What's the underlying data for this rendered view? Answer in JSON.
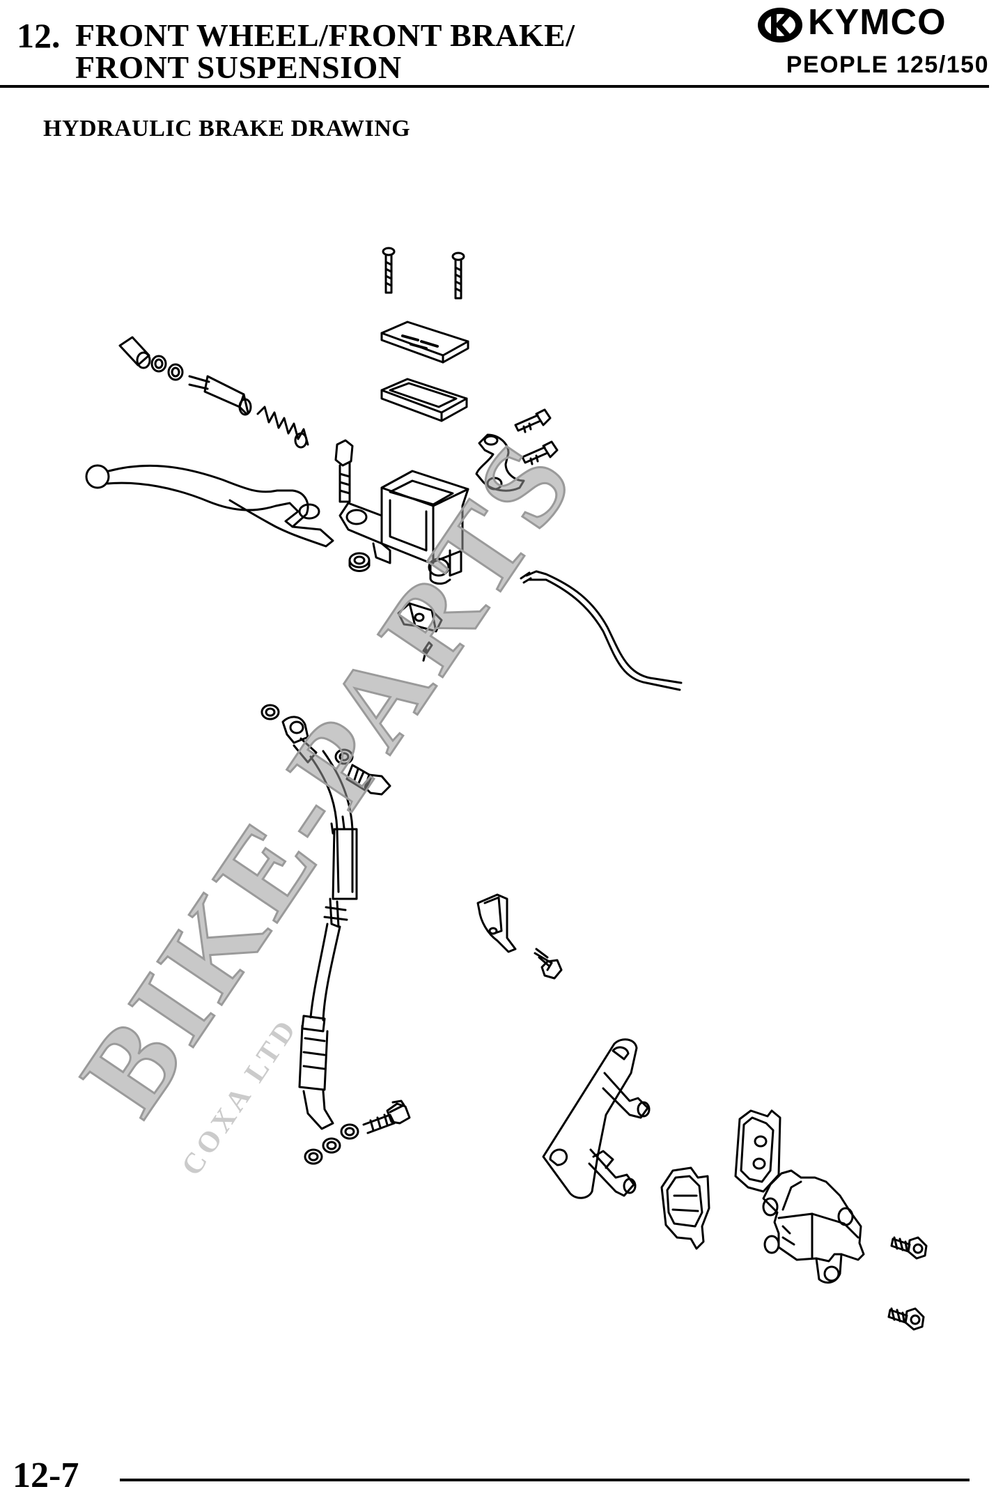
{
  "header": {
    "chapter_number": "12.",
    "title_line1": "FRONT WHEEL/FRONT BRAKE/",
    "title_line2": "FRONT SUSPENSION",
    "brand": "KYMCO",
    "model": "PEOPLE 125/150"
  },
  "section_title": "HYDRAULIC BRAKE DRAWING",
  "watermark": {
    "main": "BIKE-PARTS",
    "sub": "COXA LTD"
  },
  "footer": {
    "page_number": "12-7"
  },
  "icons": [
    "kymco-logo-icon",
    "brake-lever-icon",
    "master-cylinder-icon",
    "brake-hose-icon",
    "brake-caliper-icon",
    "brake-pad-icon"
  ]
}
